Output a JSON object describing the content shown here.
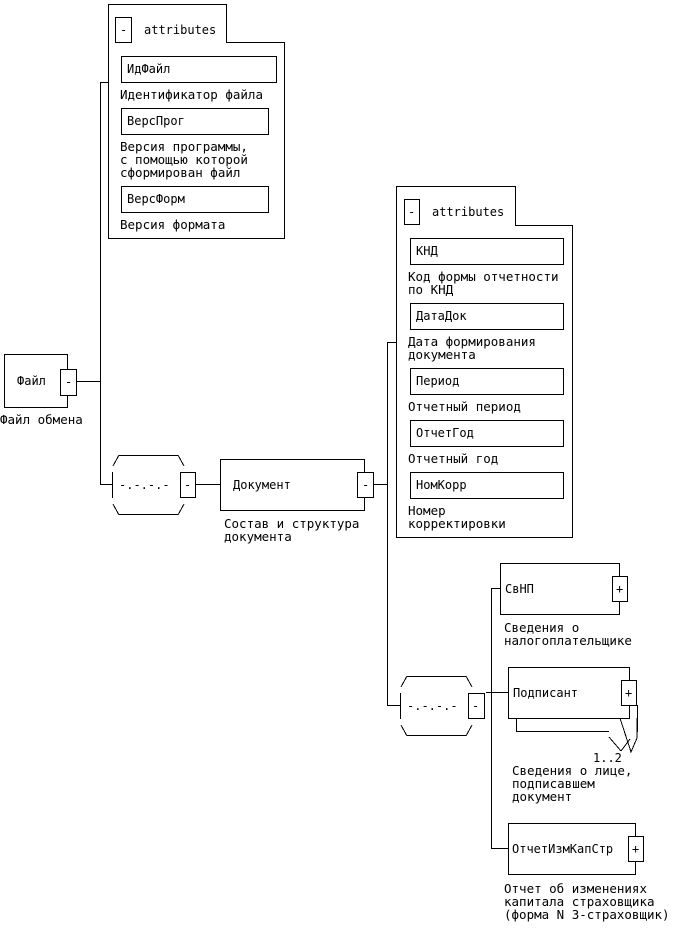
{
  "root": {
    "name": "Файл",
    "description": "Файл обмена",
    "toggle": "-"
  },
  "root_attributes": {
    "header": "attributes",
    "toggle": "-",
    "items": [
      {
        "name": "ИдФайл",
        "desc": [
          "Идентификатор файла"
        ]
      },
      {
        "name": "ВерсПрог",
        "desc": [
          "Версия программы,",
          "с помощью которой",
          "сформирован файл"
        ]
      },
      {
        "name": "ВерсФорм",
        "desc": [
          "Версия формата"
        ]
      }
    ]
  },
  "sequence1": {
    "symbol": "-.-.-.-",
    "toggle": "-"
  },
  "document": {
    "name": "Документ",
    "toggle": "-",
    "desc": [
      "Состав и структура",
      "документа"
    ]
  },
  "doc_attributes": {
    "header": "attributes",
    "toggle": "-",
    "items": [
      {
        "name": "КНД",
        "desc": [
          "Код формы отчетности",
          "по КНД"
        ]
      },
      {
        "name": "ДатаДок",
        "desc": [
          "Дата формирования",
          "документа"
        ]
      },
      {
        "name": "Период",
        "desc": [
          "Отчетный период"
        ]
      },
      {
        "name": "ОтчетГод",
        "desc": [
          "Отчетный год"
        ]
      },
      {
        "name": "НомКорр",
        "desc": [
          "Номер",
          "корректировки"
        ]
      }
    ]
  },
  "sequence2": {
    "symbol": "-.-.-.-",
    "toggle": "-"
  },
  "children": [
    {
      "name": "СвНП",
      "toggle": "+",
      "desc": [
        "Сведения о",
        "налогоплательщике"
      ]
    },
    {
      "name": "Подписант",
      "toggle": "+",
      "multiplicity": "1..2",
      "desc": [
        "Сведения о лице,",
        "подписавшем",
        "документ"
      ]
    },
    {
      "name": "ОтчетИзмКапСтр",
      "toggle": "+",
      "desc": [
        "Отчет об изменениях",
        "капитала страховщика",
        "(форма N 3-страховщик)"
      ]
    }
  ]
}
